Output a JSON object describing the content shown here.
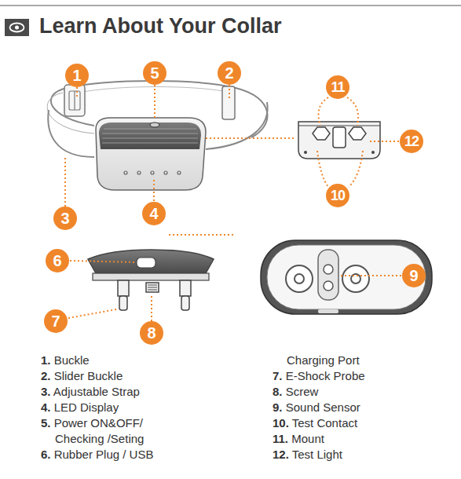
{
  "diagram": {
    "title": "Learn About Your Collar",
    "nodes": [
      {
        "text": [
          "1"
        ]
      },
      {
        "text": [
          "5"
        ]
      },
      {
        "text": [
          "2"
        ]
      },
      {
        "text": [
          "11"
        ]
      },
      {
        "text": [
          "12"
        ]
      },
      {
        "text": [
          "10"
        ]
      },
      {
        "text": [
          "3"
        ]
      },
      {
        "text": [
          "4"
        ]
      },
      {
        "text": [
          "6"
        ]
      },
      {
        "text": [
          "9"
        ]
      },
      {
        "text": [
          "7"
        ]
      },
      {
        "text": [
          "8"
        ]
      }
    ],
    "labels": [
      "1.",
      "Buckle",
      "2.",
      "Slider Buckle",
      "3.",
      "Adjustable Strap",
      "4.",
      "LED Display",
      "5.",
      "Power ON&OFF/ Checking /Seting",
      "6.",
      "Rubber Plug / USB Charging Port",
      "7.",
      "E-Shock Probe",
      "8.",
      "Screw",
      "9.",
      "Sound Sensor",
      "10.",
      "Test Contact",
      "11.",
      "Mount",
      "12.",
      "Test Light"
    ]
  }
}
